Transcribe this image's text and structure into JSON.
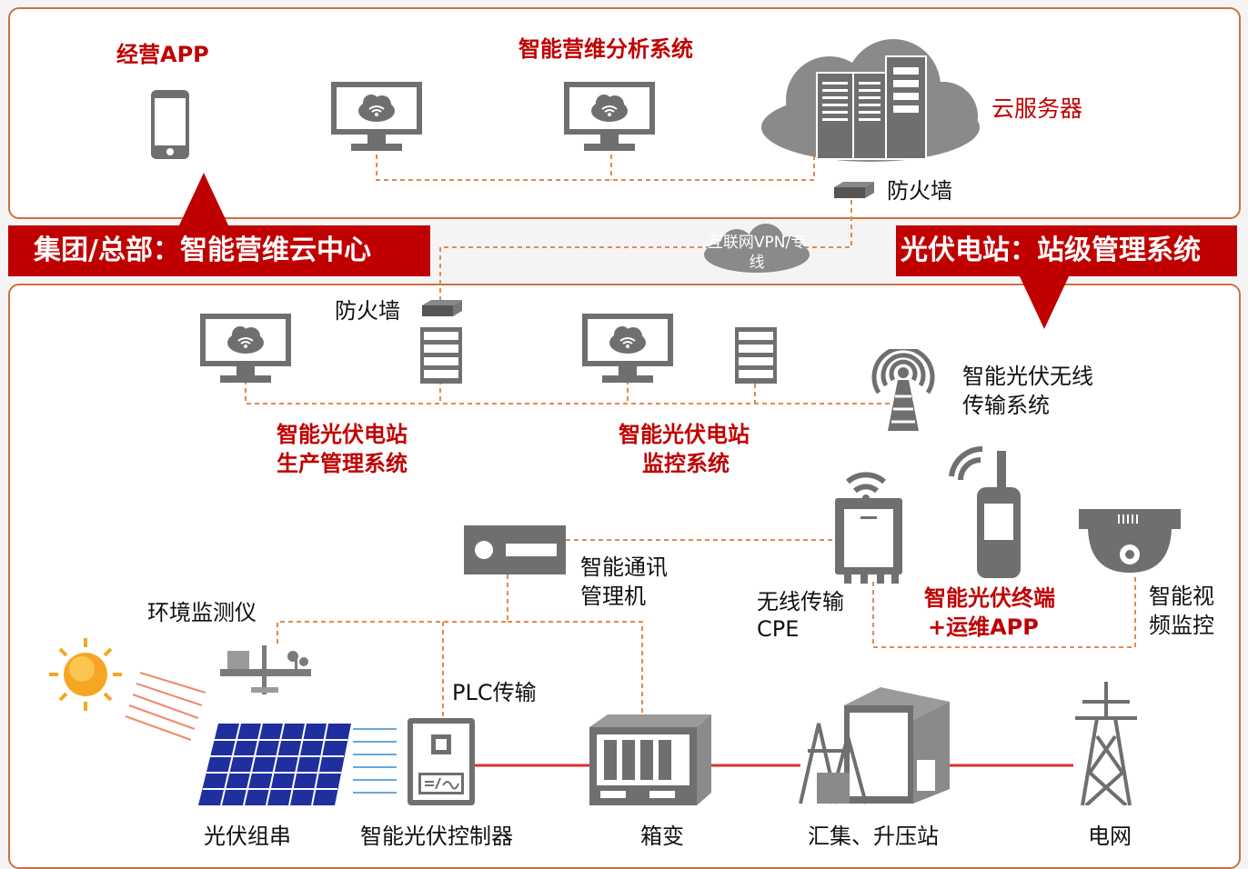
{
  "top": {
    "app_label": "经营APP",
    "analysis_label": "智能营维分析系统",
    "cloud_label": "云服务器",
    "firewall_label": "防火墙",
    "banner_left": "集团/总部：智能营维云中心"
  },
  "link": {
    "vpn_label": "互联网VPN/专线"
  },
  "station": {
    "banner_right": "光伏电站：站级管理系统",
    "firewall_label": "防火墙",
    "prod_system": [
      "智能光伏电站",
      "生产管理系统"
    ],
    "monitor_system": [
      "智能光伏电站",
      "监控系统"
    ],
    "wireless_system": [
      "智能光伏无线",
      "传输系统"
    ],
    "comm_machine": [
      "智能通讯",
      "管理机"
    ],
    "cpe": [
      "无线传输",
      "CPE"
    ],
    "terminal": [
      "智能光伏终端",
      "+运维APP"
    ],
    "video": [
      "智能视",
      "频监控"
    ],
    "env_monitor": "环境监测仪",
    "plc": "PLC传输",
    "bottom": [
      "光伏组串",
      "智能光伏控制器",
      "箱变",
      "汇集、升压站",
      "电网"
    ]
  },
  "colors": {
    "accent": "#c00000",
    "frame": "#c8733d",
    "icon": "#6f6f6f",
    "dashed": "#e58a4a"
  }
}
